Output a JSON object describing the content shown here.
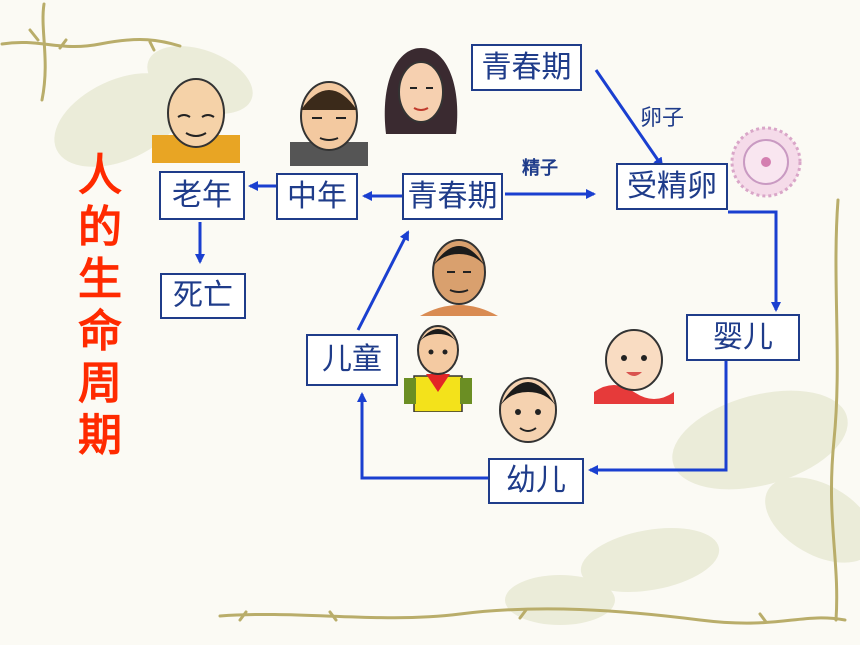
{
  "title": "人的生命周期",
  "nodes": {
    "adolescence_top": "青春期",
    "fertilized_egg": "受精卵",
    "infant": "婴儿",
    "toddler": "幼儿",
    "child": "儿童",
    "adolescence_mid": "青春期",
    "middle_age": "中年",
    "old_age": "老年",
    "death": "死亡"
  },
  "edge_labels": {
    "egg": "卵子",
    "sperm": "精子"
  },
  "icons": [
    "old-man-icon",
    "middle-aged-man-icon",
    "young-woman-icon",
    "egg-cell-icon",
    "baby-icon",
    "toddler-icon",
    "schoolchild-icon",
    "young-man-icon"
  ],
  "colors": {
    "title": "#ff2a00",
    "box_border": "#1f3c8a",
    "arrow": "#1a3fd0",
    "text": "#1f3c8a"
  }
}
